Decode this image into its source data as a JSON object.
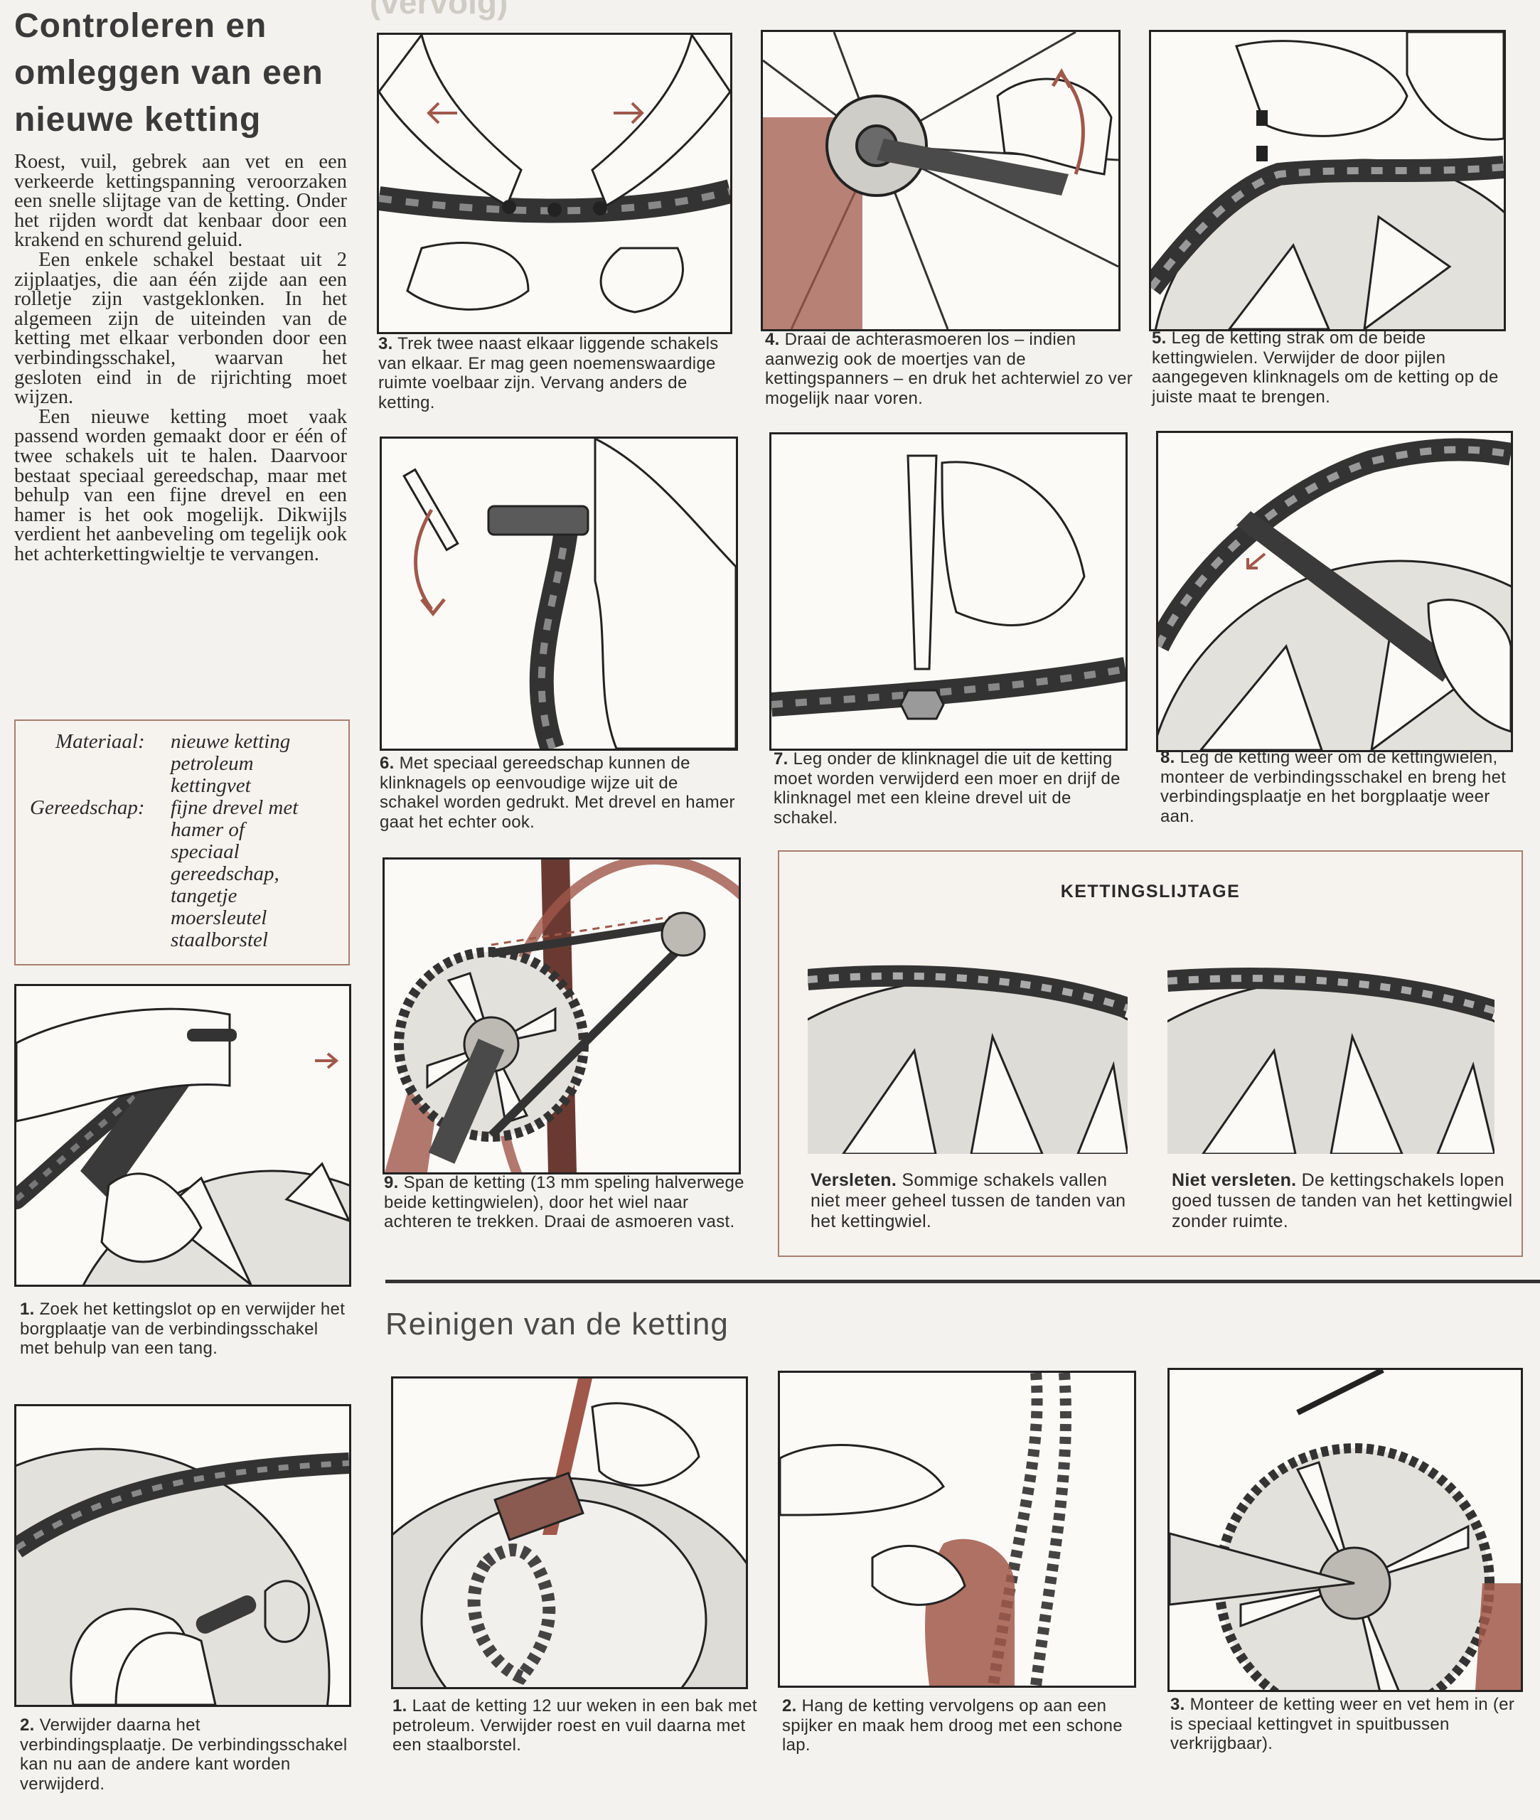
{
  "header": {
    "cut_text": "(vervolg)"
  },
  "article": {
    "title_lines": [
      "Controleren en",
      "omleggen van een",
      "nieuwe ketting"
    ],
    "paragraphs": [
      "Roest, vuil, gebrek aan vet en een verkeerde kettingspanning veroorzaken een snelle slijtage van de ketting. Onder het rijden wordt dat kenbaar door een krakend en schurend geluid.",
      "Een enkele schakel bestaat uit 2 zijplaatjes, die aan één zijde aan een rolletje zijn vastgeklonken. In het algemeen zijn de uiteinden van de ketting met elkaar verbonden door een verbindingsschakel, waarvan het gesloten eind in de rijrichting moet wijzen.",
      "Een nieuwe ketting moet vaak passend worden gemaakt door er één of twee schakels uit te halen. Daarvoor bestaat speciaal gereedschap, maar met behulp van een fijne drevel en een hamer is het ook mogelijk. Dikwijls verdient het aanbeveling om tegelijk ook het achterkettingwieltje te vervangen."
    ]
  },
  "materials": {
    "material_label": "Materiaal:",
    "material_items": [
      "nieuwe ketting",
      "petroleum",
      "kettingvet"
    ],
    "tools_label": "Gereedschap:",
    "tools_items": [
      "fijne drevel met",
      "hamer of",
      "speciaal",
      "gereedschap,",
      "tangetje",
      "moersleutel",
      "staalborstel"
    ]
  },
  "steps": [
    {
      "num": "1.",
      "text": "Zoek het kettingslot op en verwijder het borgplaatje van de verbindingsschakel met behulp van een tang."
    },
    {
      "num": "2.",
      "text": "Verwijder daarna het verbindingsplaatje. De verbindingsschakel kan nu aan de andere kant worden verwijderd."
    },
    {
      "num": "3.",
      "text": "Trek twee naast elkaar liggende schakels van elkaar. Er mag geen noemenswaardige ruimte voelbaar zijn. Vervang anders de ketting."
    },
    {
      "num": "4.",
      "text": "Draai de achterasmoeren los – indien aanwezig ook de moertjes van de kettingspanners – en druk het achterwiel zo ver mogelijk naar voren."
    },
    {
      "num": "5.",
      "text": "Leg de ketting strak om de beide kettingwielen. Verwijder de door pijlen aangegeven klinknagels om de ketting op de juiste maat te brengen."
    },
    {
      "num": "6.",
      "text": "Met speciaal gereedschap kunnen de klinknagels op eenvoudige wijze uit de schakel worden gedrukt. Met drevel en hamer gaat het echter ook."
    },
    {
      "num": "7.",
      "text": "Leg onder de klinknagel die uit de ketting moet worden verwijderd een moer en drijf de klinknagel met een kleine drevel uit de schakel."
    },
    {
      "num": "8.",
      "text": "Leg de ketting weer om de kettingwielen, monteer de verbindingsschakel en breng het verbindingsplaatje en het borgplaatje weer aan."
    },
    {
      "num": "9.",
      "text": "Span de ketting (13 mm speling halverwege beide kettingwielen), door het wiel naar achteren te trekken. Draai de asmoeren vast."
    }
  ],
  "wear": {
    "title": "KETTINGSLIJTAGE",
    "worn_label": "Versleten.",
    "worn_text": "Sommige schakels vallen niet meer geheel tussen de tanden van het kettingwiel.",
    "ok_label": "Niet versleten.",
    "ok_text": "De kettingschakels lopen goed tussen de tanden van het kettingwiel zonder ruimte."
  },
  "cleaning": {
    "title": "Reinigen van de ketting",
    "steps": [
      {
        "num": "1.",
        "text": "Laat de ketting 12 uur weken in een bak met petroleum. Verwijder roest en vuil daarna met een staalborstel."
      },
      {
        "num": "2.",
        "text": "Hang de ketting vervolgens op aan een spijker en maak hem droog met een schone lap."
      },
      {
        "num": "3.",
        "text": "Monteer de ketting weer en vet hem in (er is speciaal kettingvet in spuitbussen verkrijgbaar)."
      }
    ]
  },
  "colors": {
    "accent_brown": "#a0584a",
    "ink": "#2a2a2a",
    "paper": "#f4f2ee"
  }
}
